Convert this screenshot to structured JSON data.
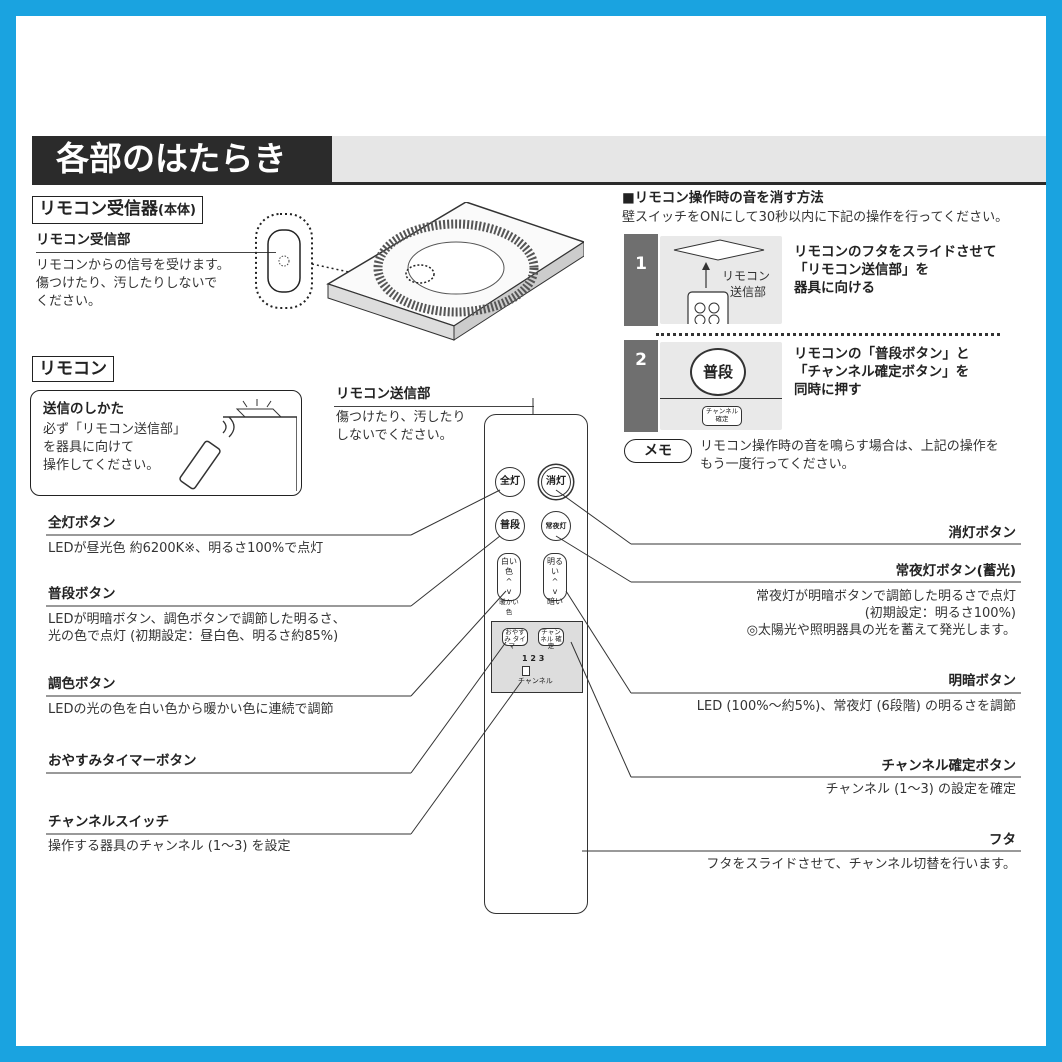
{
  "header": {
    "title": "各部のはたらき"
  },
  "receiver": {
    "section_label": "リモコン受信器",
    "section_label_sub": "(本体)",
    "title": "リモコン受信部",
    "desc1": "リモコンからの信号を受けます。",
    "desc2": "傷つけたり、汚したりしないで",
    "desc3": "ください。"
  },
  "remote_section": {
    "label": "リモコン",
    "how_title": "送信のしかた",
    "how1": "必ず「リモコン送信部」",
    "how2": "を器具に向けて",
    "how3": "操作してください。",
    "sender_title": "リモコン送信部",
    "sender1": "傷つけたり、汚したり",
    "sender2": "しないでください。"
  },
  "remote_buttons": {
    "zentou": "全灯",
    "shoutou": "消灯",
    "fudan": "普段",
    "joyato": "常夜灯",
    "white_top": "白い色",
    "white_bottom": "暖かい色",
    "bright_top": "明るい",
    "bright_bottom": "暗い",
    "timer": "おやすみ タイマー",
    "ch_confirm": "チャンネル 確定",
    "ch_numbers": "1 2 3",
    "ch_label": "チャンネル"
  },
  "left_items": [
    {
      "title": "全灯ボタン",
      "desc": "LEDが昼光色 約6200K※、明るさ100%で点灯"
    },
    {
      "title": "普段ボタン",
      "desc1": "LEDが明暗ボタン、調色ボタンで調節した明るさ、",
      "desc2": "光の色で点灯 (初期設定：昼白色、明るさ約85%)"
    },
    {
      "title": "調色ボタン",
      "desc": "LEDの光の色を白い色から暖かい色に連続で調節"
    },
    {
      "title": "おやすみタイマーボタン"
    },
    {
      "title": "チャンネルスイッチ",
      "desc": "操作する器具のチャンネル (1〜3) を設定"
    }
  ],
  "right_items": [
    {
      "title": "消灯ボタン"
    },
    {
      "title": "常夜灯ボタン(蓄光)",
      "desc1": "常夜灯が明暗ボタンで調節した明るさで点灯",
      "desc2": "(初期設定：明るさ100%)",
      "desc3": "◎太陽光や照明器具の光を蓄えて発光します。"
    },
    {
      "title": "明暗ボタン",
      "desc": "LED (100%〜約5%)、常夜灯 (6段階) の明るさを調節"
    },
    {
      "title": "チャンネル確定ボタン",
      "desc": "チャンネル (1〜3) の設定を確定"
    },
    {
      "title": "フタ",
      "desc": "フタをスライドさせて、チャンネル切替を行います。"
    }
  ],
  "mute": {
    "title": "■リモコン操作時の音を消す方法",
    "intro": "壁スイッチをONにして30秒以内に下記の操作を行ってください。",
    "step1": {
      "num": "1",
      "label1": "リモコン",
      "label2": "送信部",
      "text1": "リモコンのフタをスライドさせて",
      "text2": "「リモコン送信部」を",
      "text3": "器具に向ける"
    },
    "step2": {
      "num": "2",
      "btn": "普段",
      "ch": "チャンネル 確定",
      "text1": "リモコンの「普段ボタン」と",
      "text2": "「チャンネル確定ボタン」を",
      "text3": "同時に押す"
    },
    "memo_label": "メモ",
    "memo1": "リモコン操作時の音を鳴らす場合は、上記の操作を",
    "memo2": "もう一度行ってください。"
  },
  "colors": {
    "frame": "#1aa3e0",
    "header_dark": "#2b2b2b",
    "panel_gray": "#6f6f6f"
  }
}
